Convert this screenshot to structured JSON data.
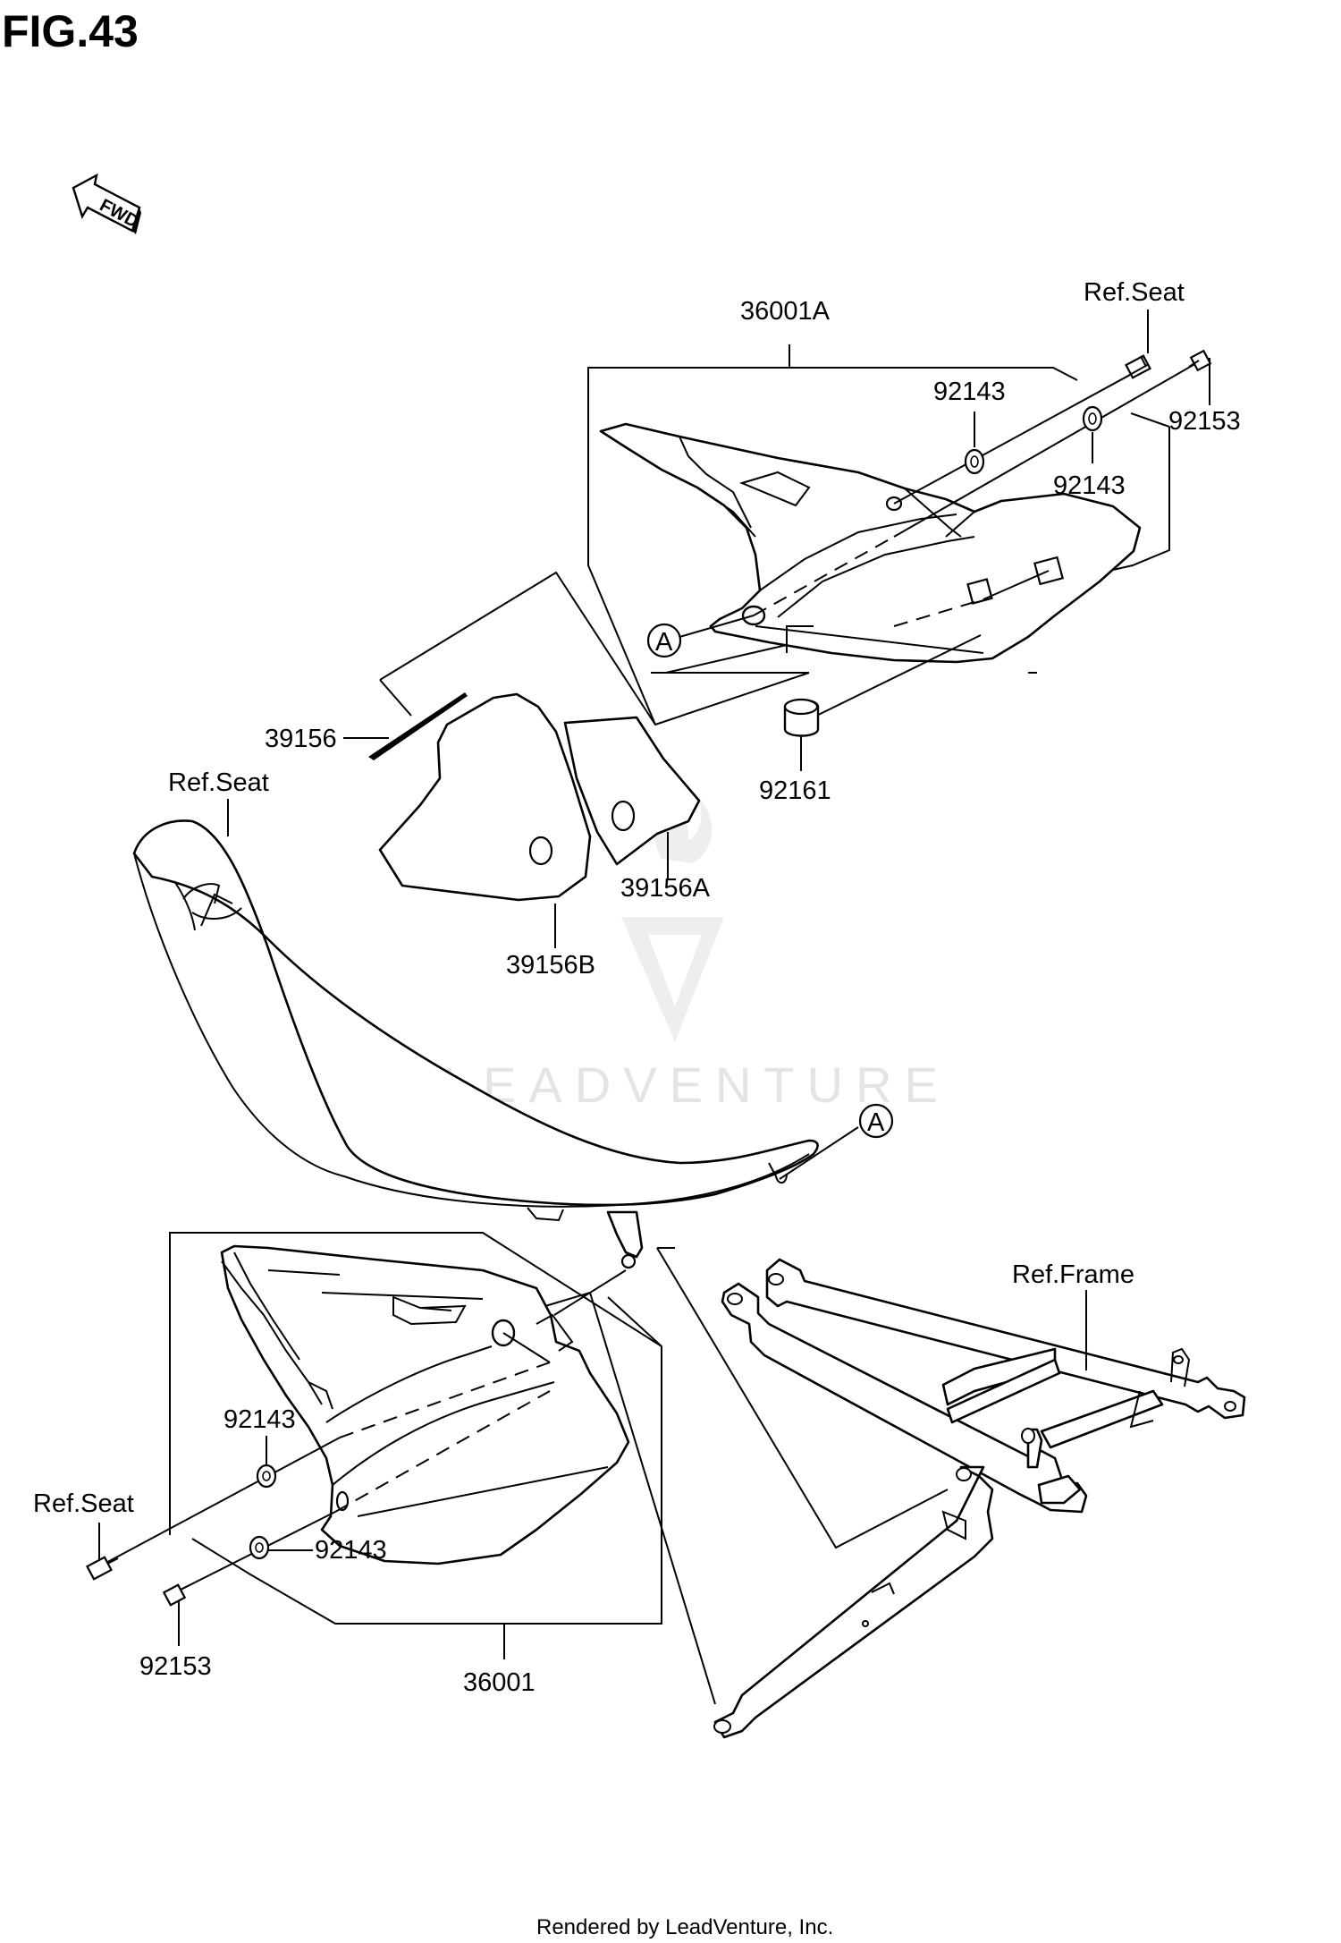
{
  "figure": {
    "title": "FIG.43"
  },
  "direction_indicator": {
    "text": "FWD"
  },
  "callouts": {
    "ref_seat_top": "Ref.Seat",
    "assy_right": "36001A",
    "washer_right_upper": "92143",
    "bolt_right": "92153",
    "washer_right_lower": "92143",
    "grommet": "92161",
    "sticker_a": "39156",
    "ref_seat_mid": "Ref.Seat",
    "sticker_small": "39156A",
    "sticker_large": "39156B",
    "ref_point_top": "A",
    "ref_point_seat": "A",
    "ref_frame": "Ref.Frame",
    "washer_left_upper": "92143",
    "ref_seat_left": "Ref.Seat",
    "washer_left_lower": "92143",
    "bolt_left": "92153",
    "assy_left": "36001"
  },
  "watermark": {
    "text": "LEADVENTURE"
  },
  "footer": {
    "text": "Rendered by LeadVenture, Inc."
  }
}
